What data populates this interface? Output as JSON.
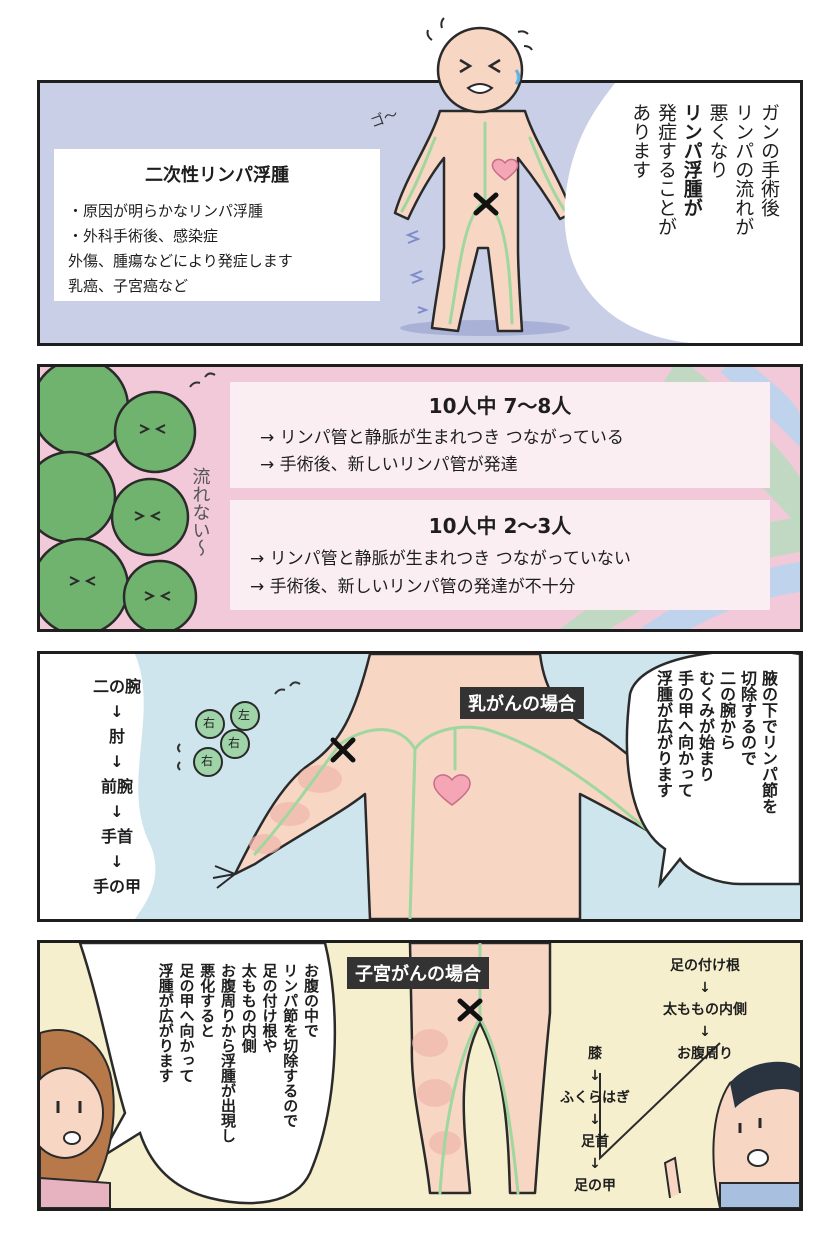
{
  "panel1": {
    "heading": "二次性リンパ浮腫",
    "lines": [
      "・原因が明らかなリンパ浮腫",
      "・外科手術後、感染症",
      "外傷、腫瘍などにより発症します",
      "乳癌、子宮癌など"
    ],
    "bubble": [
      "ガンの手術後",
      "リンパの流れが",
      "悪くなり",
      "リンパ浮腫が",
      "発症することが",
      "あります"
    ],
    "bubble_bold_line": "リンパ浮腫が",
    "sfx": "ゴ〜",
    "colors": {
      "bg": "#c9cfe6",
      "body": "#f8d6c4",
      "lymph": "#9fd79f",
      "heart": "#f4a6b6"
    }
  },
  "panel2": {
    "group1": {
      "heading": "10人中 7〜8人",
      "items": [
        "→ リンパ管と静脈が生まれつき つながっている",
        "→ 手術後、新しいリンパ管が発達"
      ]
    },
    "group2": {
      "heading": "10人中 2〜3人",
      "items": [
        "→ リンパ管と静脈が生まれつき つながっていない",
        "→ 手術後、新しいリンパ管の発達が不十分"
      ]
    },
    "sfx": "流れない〜",
    "colors": {
      "bg": "#f1c9d8",
      "box": "#faeef2",
      "cell": "#6fb36e"
    }
  },
  "panel3": {
    "steps": [
      "二の腕",
      "↓",
      "肘",
      "↓",
      "前腕",
      "↓",
      "手首",
      "↓",
      "手の甲"
    ],
    "label": "乳がんの場合",
    "bubble": [
      "腋の下でリンパ節を",
      "切除するので",
      "二の腕から",
      "むくみが始まり",
      "手の甲へ向かって",
      "浮腫が広がります"
    ],
    "cells": [
      "右",
      "左",
      "右",
      "右"
    ],
    "colors": {
      "bg": "#cfe5ee"
    }
  },
  "panel4": {
    "label": "子宮がんの場合",
    "bubble": [
      "お腹の中で",
      "リンパ節を切除するので",
      "足の付け根や",
      "太ももの内側",
      "お腹周りから浮腫が出現し",
      "悪化すると",
      "足の甲へ向かって",
      "浮腫が広がります"
    ],
    "steps_top": [
      "足の付け根",
      "↓",
      "太ももの内側",
      "↓",
      "お腹周り"
    ],
    "steps_bottom": [
      "膝",
      "↓",
      "ふくらはぎ",
      "↓",
      "足首",
      "↓",
      "足の甲"
    ],
    "colors": {
      "bg": "#f6efce"
    }
  }
}
